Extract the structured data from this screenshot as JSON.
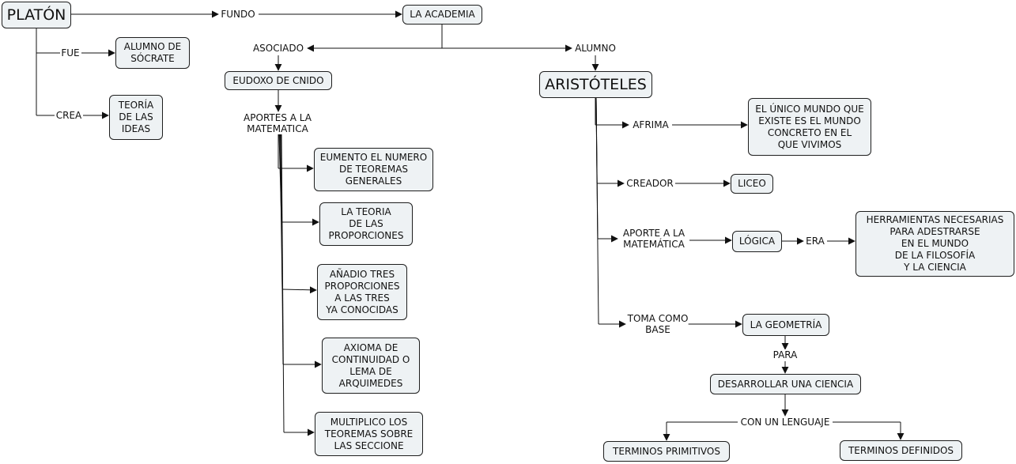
{
  "nodes": {
    "platon": "PLATÓN",
    "academia": "LA ACADEMIA",
    "alumno_socrate": "ALUMNO DE\nSÓCRATE",
    "teoria_ideas": "TEORÍA\nDE LAS\nIDEAS",
    "eudoxo": "EUDOXO DE CNIDO",
    "aristoteles": "ARISTÓTELES",
    "eumento": "EUMENTO EL NUMERO\nDE TEOREMAS\nGENERALES",
    "teoria_proporciones": "LA TEORIA\nDE LAS\nPROPORCIONES",
    "anadio": "AÑADIO TRES\nPROPORCIONES\nA LAS TRES\nYA CONOCIDAS",
    "axioma": "AXIOMA DE\nCONTINUIDAD O\nLEMA DE\nARQUIMEDES",
    "multiplico": "MULTIPLICO LOS\nTEOREMAS SOBRE\nLAS SECCIONE",
    "unico_mundo": "EL ÚNICO MUNDO QUE\nEXISTE ES EL MUNDO\nCONCRETO EN EL\nQUE VIVIMOS",
    "liceo": "LICEO",
    "logica": "LÓGICA",
    "herramientas": "HERRAMIENTAS NECESARIAS\nPARA  ADESTRARSE\nEN EL MUNDO\nDE LA FILOSOFÍA\nY LA CIENCIA",
    "geometria": "LA GEOMETRÍA",
    "desarrollar": "DESARROLLAR UNA CIENCIA",
    "primitivos": "TERMINOS PRIMITIVOS",
    "definidos": "TERMINOS DEFINIDOS"
  },
  "links": {
    "fundo": "FUNDO",
    "fue": "FUE",
    "crea": "CREA",
    "asociado": "ASOCIADO",
    "alumno": "ALUMNO",
    "aportes_matematica": "APORTES A LA\nMATEMATICA",
    "afrima": "AFRIMA",
    "creador": "CREADOR",
    "aporte_matematica": "APORTE A LA\nMATEMÁTICA",
    "era": "ERA",
    "toma_base": "TOMA COMO\nBASE",
    "para": "PARA",
    "con_lenguaje": "CON UN LENGUAJE"
  }
}
